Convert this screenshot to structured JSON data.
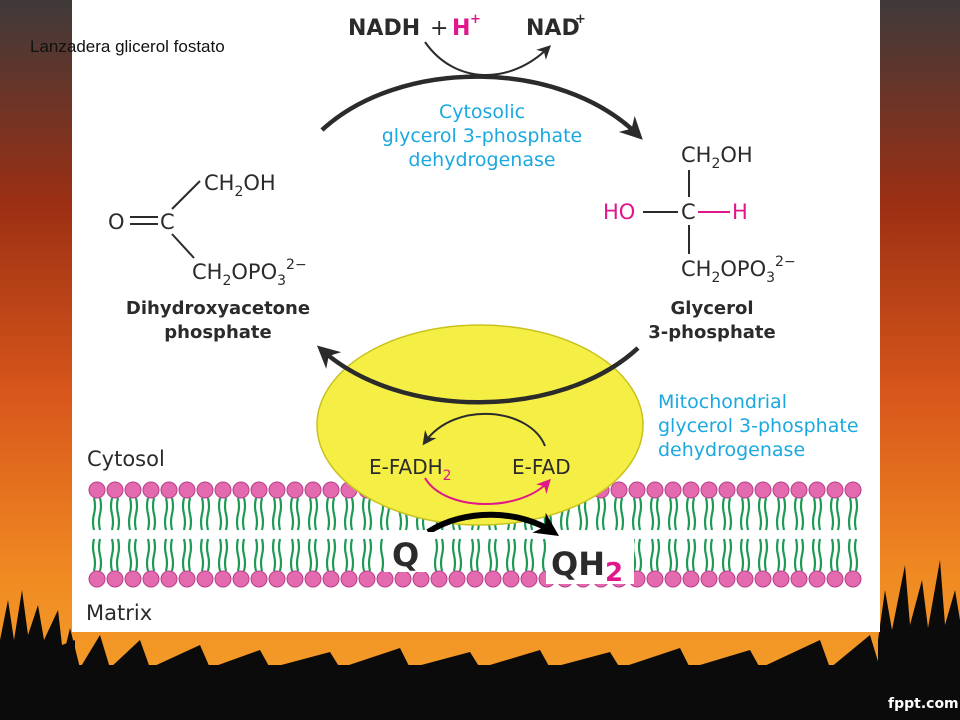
{
  "slide": {
    "title": "Lanzadera glicerol fostato",
    "footer_logo": "fppt.com"
  },
  "diagram": {
    "cytosolic_reaction": {
      "nadh": "NADH",
      "plus": "+",
      "h": "H",
      "h_charge": "+",
      "nad": "NAD",
      "nad_charge": "+"
    },
    "cytosolic_enzyme": {
      "lines": [
        "Cytosolic",
        "glycerol 3-phosphate",
        "dehydrogenase"
      ]
    },
    "dhap": {
      "ch2oh": "CH",
      "ch2oh_sub": "2",
      "ch2oh_tail": "OH",
      "oxygen": "O",
      "carbon": "C",
      "phosphate_head": "CH",
      "phosphate_sub1": "2",
      "phosphate_mid": "OPO",
      "phosphate_sub2": "3",
      "phosphate_charge": "2−",
      "name_lines": [
        "Dihydroxyacetone",
        "phosphate"
      ]
    },
    "g3p": {
      "ch2oh": "CH",
      "ch2oh_sub": "2",
      "ch2oh_tail": "OH",
      "ho": "HO",
      "carbon": "C",
      "hydrogen": "H",
      "phosphate_head": "CH",
      "phosphate_sub1": "2",
      "phosphate_mid": "OPO",
      "phosphate_sub2": "3",
      "phosphate_charge": "2−",
      "name_lines": [
        "Glycerol",
        "3-phosphate"
      ]
    },
    "mito_enzyme": {
      "lines": [
        "Mitochondrial",
        "glycerol 3-phosphate",
        "dehydrogenase"
      ]
    },
    "fad_cycle": {
      "reduced": "E-FADH",
      "reduced_sub": "2",
      "oxidized": "E-FAD"
    },
    "quinone": {
      "q": "Q",
      "qh2": "QH",
      "qh2_sub": "2"
    },
    "compartments": {
      "cytosol": "Cytosol",
      "matrix": "Matrix"
    },
    "colors": {
      "magenta": "#e0168a",
      "cyan": "#1ba8e0",
      "membrane_green": "#1f9a55",
      "head_pink": "#e46ab0",
      "enzyme_yellow": "#f5ef45",
      "text_dark": "#2b2b2b"
    }
  }
}
